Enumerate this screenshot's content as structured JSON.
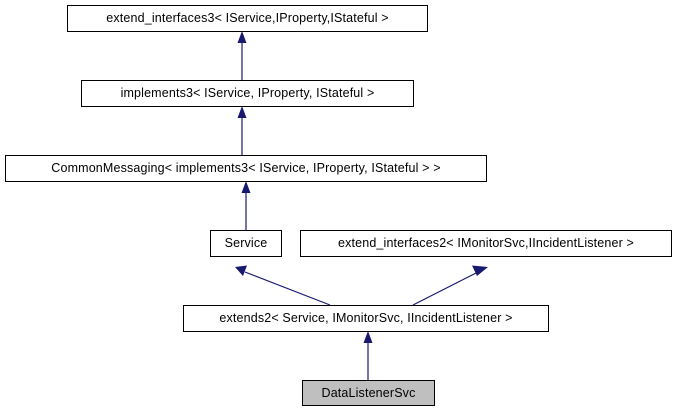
{
  "diagram": {
    "type": "uml-inheritance-graph",
    "background_color": "#ffffff",
    "edge_color": "#191970",
    "node_border_color": "#000000",
    "node_fill_color": "#ffffff",
    "highlight_fill_color": "#bfbfbf",
    "nodes": [
      {
        "id": "extend_interfaces3",
        "label": "extend_interfaces3< IService,IProperty,IStateful >",
        "highlighted": false
      },
      {
        "id": "implements3",
        "label": "implements3< IService, IProperty, IStateful >",
        "highlighted": false
      },
      {
        "id": "commonmessaging",
        "label": "CommonMessaging< implements3< IService, IProperty, IStateful > >",
        "highlighted": false
      },
      {
        "id": "service",
        "label": "Service",
        "highlighted": false
      },
      {
        "id": "extend_interfaces2",
        "label": "extend_interfaces2< IMonitorSvc,IIncidentListener >",
        "highlighted": false
      },
      {
        "id": "extends2",
        "label": "extends2< Service, IMonitorSvc, IIncidentListener >",
        "highlighted": false
      },
      {
        "id": "datalistenersvc",
        "label": "DataListenerSvc",
        "highlighted": true
      }
    ],
    "edges": [
      {
        "from": "implements3",
        "to": "extend_interfaces3",
        "kind": "inheritance"
      },
      {
        "from": "commonmessaging",
        "to": "implements3",
        "kind": "inheritance"
      },
      {
        "from": "service",
        "to": "commonmessaging",
        "kind": "inheritance"
      },
      {
        "from": "extends2",
        "to": "service",
        "kind": "inheritance"
      },
      {
        "from": "extends2",
        "to": "extend_interfaces2",
        "kind": "inheritance"
      },
      {
        "from": "datalistenersvc",
        "to": "extends2",
        "kind": "inheritance"
      }
    ]
  }
}
